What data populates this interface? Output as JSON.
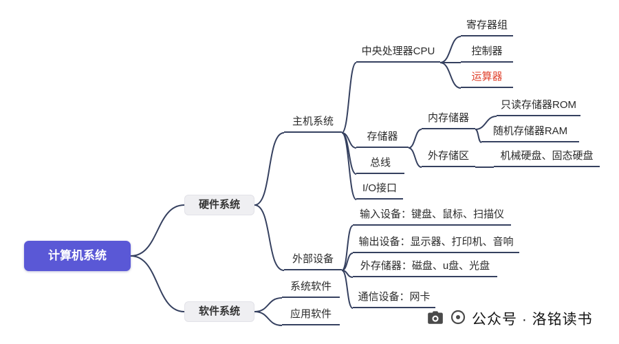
{
  "tree": {
    "label": "计算机系统",
    "children": [
      {
        "label": "硬件系统",
        "children": [
          {
            "label": "主机系统",
            "children": [
              {
                "label": "中央处理器CPU",
                "children": [
                  {
                    "label": "寄存器组"
                  },
                  {
                    "label": "控制器"
                  },
                  {
                    "label": "运算器"
                  }
                ]
              },
              {
                "label": "存储器",
                "children": [
                  {
                    "label": "内存储器",
                    "children": [
                      {
                        "label": "只读存储器ROM"
                      },
                      {
                        "label": "随机存储器RAM"
                      }
                    ]
                  },
                  {
                    "label": "外存储区",
                    "children": [
                      {
                        "label": "机械硬盘、固态硬盘"
                      }
                    ]
                  }
                ]
              },
              {
                "label": "总线"
              },
              {
                "label": "I/O接口"
              }
            ]
          },
          {
            "label": "外部设备",
            "children": [
              {
                "label": "输入设备：键盘、鼠标、扫描仪"
              },
              {
                "label": "输出设备：显示器、打印机、音响"
              },
              {
                "label": "外存储器：磁盘、u盘、光盘"
              },
              {
                "label": "通信设备：网卡"
              }
            ]
          }
        ]
      },
      {
        "label": "软件系统",
        "children": [
          {
            "label": "系统软件"
          },
          {
            "label": "应用软件"
          }
        ]
      }
    ]
  },
  "watermark": {
    "text": "公众号 · 洛铭读书"
  },
  "colors": {
    "line": "#35405f",
    "root_bg": "#5a58d6",
    "branch_box_bg": "#efeff2",
    "alu_text": "#e0432e"
  }
}
